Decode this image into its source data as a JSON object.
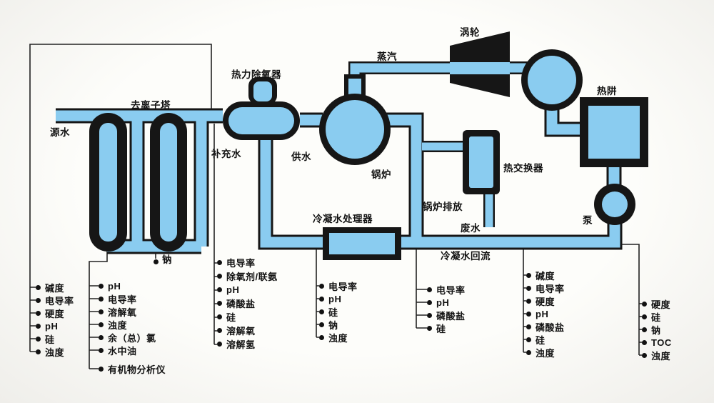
{
  "colors": {
    "pipe_blue": "#8accf0",
    "ink": "#161616",
    "background": "#fbfaf5",
    "thin_line": "#222222"
  },
  "labels": {
    "source_water": "源水",
    "deionizer_tower": "去离子塔",
    "makeup_water": "补充水",
    "thermal_deaerator": "热力除氧器",
    "feed_water": "供水",
    "boiler": "锅炉",
    "steam": "蒸汽",
    "turbine": "涡轮",
    "heat_sink": "热阱",
    "heat_exchanger": "热交换器",
    "boiler_blowdown": "锅炉排放",
    "waste_water": "废水",
    "pump": "泵",
    "condensate_processor": "冷凝水处理器",
    "condensate_return": "冷凝水回流",
    "sodium": "钠"
  },
  "sample_lists": [
    {
      "name": "raw-water",
      "items": [
        "碱度",
        "电导率",
        "硬度",
        "pH",
        "硅",
        "浊度"
      ]
    },
    {
      "name": "treated-water",
      "items": [
        "pH",
        "电导率",
        "溶解氧",
        "浊度",
        "余（总）氯",
        "水中油",
        "有机物分析仪"
      ]
    },
    {
      "name": "feed-water",
      "items": [
        "电导率",
        "除氧剂/联氨",
        "pH",
        "磷酸盐",
        "硅",
        "溶解氧",
        "溶解氢"
      ]
    },
    {
      "name": "condensate-treated",
      "items": [
        "电导率",
        "pH",
        "硅",
        "钠",
        "浊度"
      ]
    },
    {
      "name": "boiler-blowdown",
      "items": [
        "电导率",
        "pH",
        "磷酸盐",
        "硅"
      ]
    },
    {
      "name": "condensate-return",
      "items": [
        "碱度",
        "电导率",
        "硬度",
        "pH",
        "磷酸盐",
        "硅",
        "浊度"
      ]
    },
    {
      "name": "pump-outlet",
      "items": [
        "硬度",
        "硅",
        "钠",
        "TOC",
        "浊度"
      ]
    }
  ]
}
